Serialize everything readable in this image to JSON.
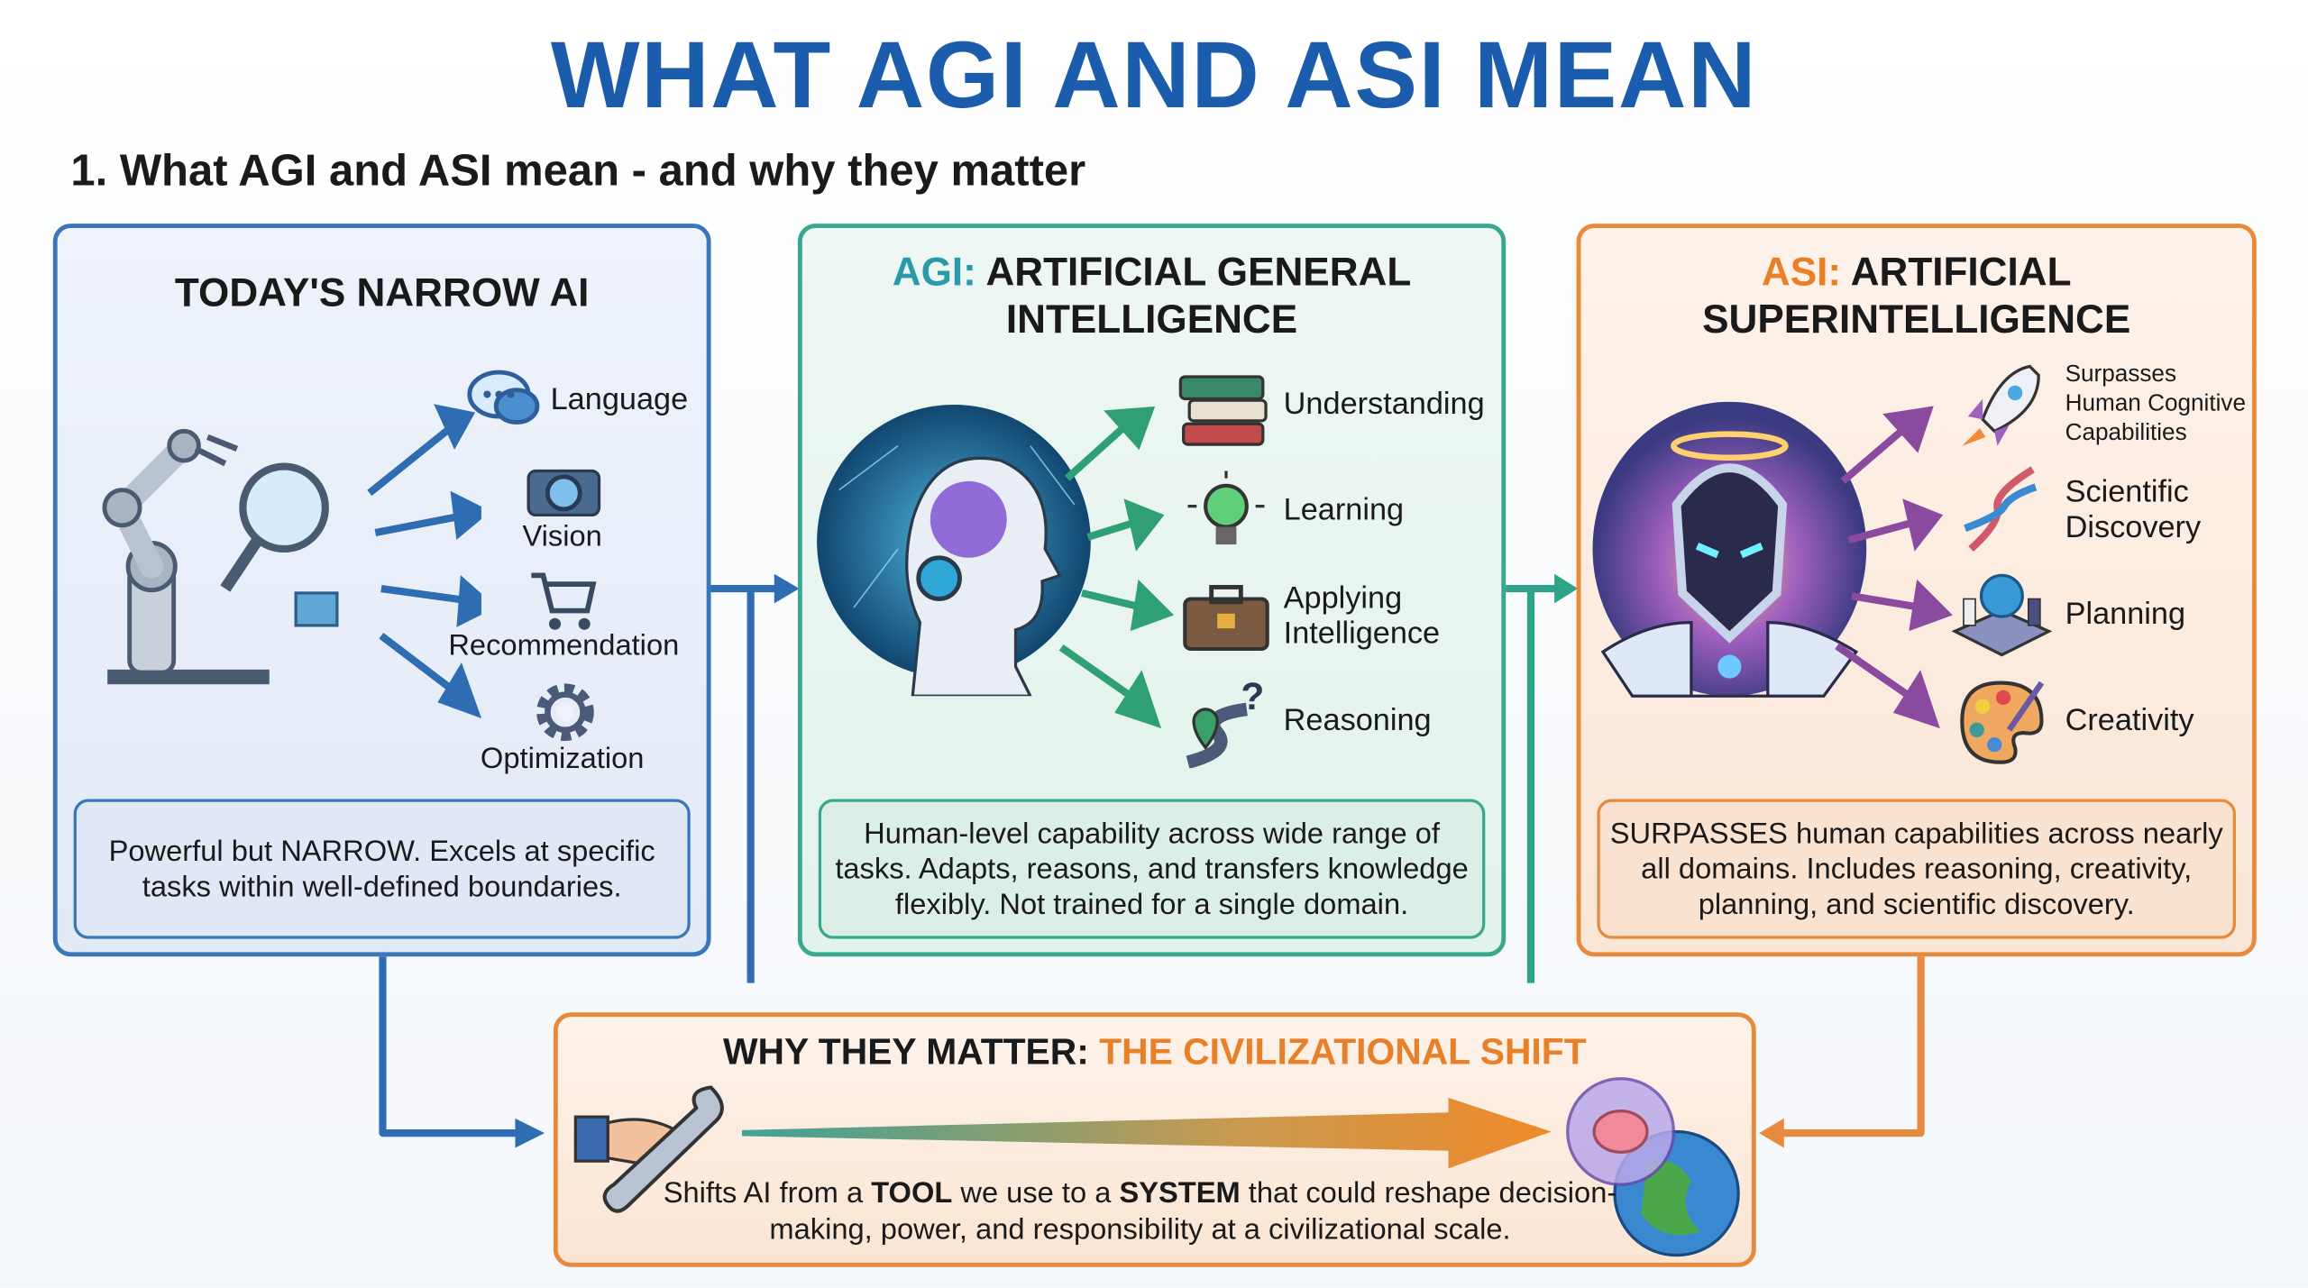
{
  "title": "WHAT AGI AND ASI MEAN",
  "subtitle": "1. What AGI and ASI mean - and why they matter",
  "narrow": {
    "heading": "TODAY'S NARROW AI",
    "items": [
      "Language",
      "Vision",
      "Recommendation",
      "Optimization"
    ],
    "summary": "Powerful but NARROW. Excels at specific tasks within well-defined boundaries."
  },
  "agi": {
    "heading_prefix": "AGI:",
    "heading_rest": " ARTIFICIAL GENERAL INTELLIGENCE",
    "items": [
      "Understanding",
      "Learning",
      "Applying Intelligence",
      "Reasoning"
    ],
    "summary": "Human-level capability across wide range of tasks. Adapts, reasons, and transfers knowledge flexibly. Not trained for a single domain."
  },
  "asi": {
    "heading_prefix": "ASI:",
    "heading_rest": " ARTIFICIAL SUPERINTELLIGENCE",
    "items": [
      "Surpasses Human Cognitive Capabilities",
      "Scientific Discovery",
      "Planning",
      "Creativity"
    ],
    "summary": "SURPASSES human capabilities across nearly all domains. Includes reasoning, creativity, planning, and scientific discovery."
  },
  "why": {
    "heading_prefix": "WHY THEY MATTER: ",
    "heading_accent": "THE CIVILIZATIONAL SHIFT",
    "text_1": "Shifts AI from a ",
    "text_tool": "TOOL",
    "text_2": " we use to a ",
    "text_system": "SYSTEM",
    "text_3": " that could reshape decision-making, power, and responsibility at a civilizational scale."
  },
  "colors": {
    "title": "#1b5cad",
    "narrow": "#3a76b8",
    "agi": "#3aa88e",
    "asi": "#e88a3c",
    "asi_arrow": "#8a4a9e"
  }
}
